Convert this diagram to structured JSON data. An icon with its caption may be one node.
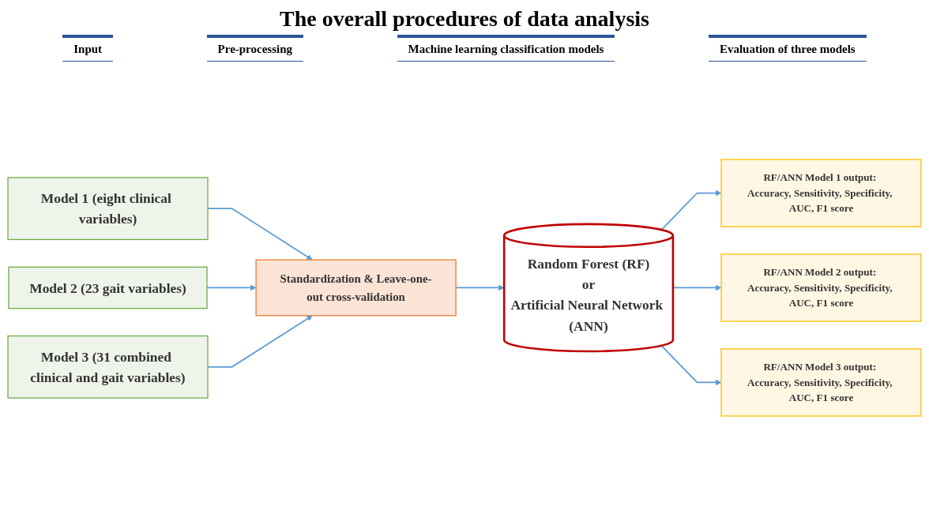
{
  "diagram": {
    "title": "The overall procedures of data analysis",
    "nodes": [
      {
        "text": [
          "Model 1 (eight clinical variables)"
        ]
      },
      {
        "text": [
          "Model 2 (23 gait variables)"
        ]
      },
      {
        "text": [
          "Model 3 (31 combined clinical and gait variables)"
        ]
      },
      {
        "text": [
          "Standardization & Leave-one-out cross-validation"
        ]
      },
      {
        "text": [
          "Random Forest (RF)",
          "or",
          "Artificial Neural Network (ANN)"
        ]
      },
      {
        "text": [
          "RF/ANN Model 1 output: Accuracy, Sensitivity, Specificity, AUC, F1 score"
        ]
      },
      {
        "text": [
          "RF/ANN Model 2 output: Accuracy, Sensitivity, Specificity, AUC, F1 score"
        ]
      },
      {
        "text": [
          "RF/ANN Model 3 output: Accuracy, Sensitivity, Specificity, AUC, F1 score"
        ]
      }
    ],
    "edges": [
      {
        "from": 0,
        "to": 3,
        "arrow": "to"
      },
      {
        "from": 1,
        "to": 3,
        "arrow": "to"
      },
      {
        "from": 2,
        "to": 3,
        "arrow": "to"
      },
      {
        "from": 3,
        "to": 4,
        "arrow": "to"
      },
      {
        "from": 4,
        "to": 5,
        "arrow": "to"
      },
      {
        "from": 4,
        "to": 6,
        "arrow": "to"
      },
      {
        "from": 4,
        "to": 7,
        "arrow": "to"
      }
    ],
    "labels": [
      "Input",
      "Pre-processing",
      "Machine learning classification models",
      "Evaluation of three models"
    ]
  }
}
